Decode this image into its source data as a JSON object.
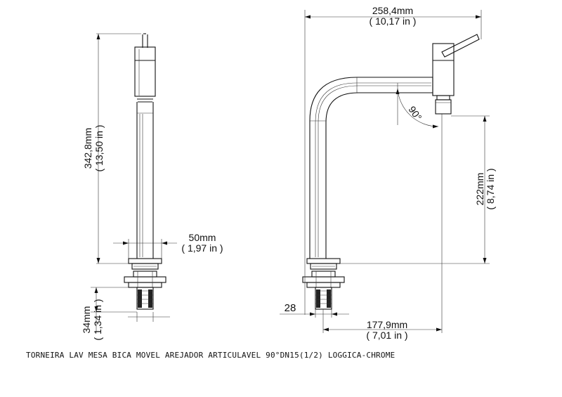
{
  "dimensions": {
    "top_width": {
      "mm": "258,4mm",
      "in": "( 10,17 in )"
    },
    "left_height": {
      "mm": "342,8mm",
      "in": "( 13,50 in )"
    },
    "right_height": {
      "mm": "222mm",
      "in": "( 8,74 in )"
    },
    "base_diameter": {
      "mm": "50mm",
      "in": "( 1,97 in )"
    },
    "thread_height": {
      "mm": "34mm",
      "in": "( 1,34 in )"
    },
    "reach": {
      "mm": "177,9mm",
      "in": "( 7,01 in )"
    },
    "thread_size": "28",
    "angle": "90°"
  },
  "caption": "TORNEIRA LAV MESA BICA MOVEL AREJADOR ARTICULAVEL 90°DN15(1/2) LOGGICA-CHROME"
}
